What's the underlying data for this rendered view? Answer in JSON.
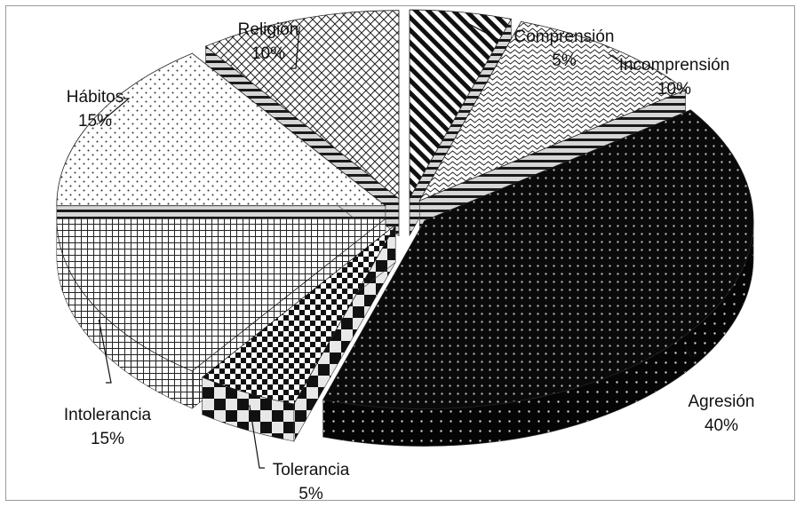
{
  "chart_data": {
    "type": "pie",
    "style": "3d-exploded",
    "legend": "none",
    "slices": [
      {
        "label": "Comprensión",
        "value": 5,
        "value_label": "5%"
      },
      {
        "label": "Incomprensión",
        "value": 10,
        "value_label": "10%"
      },
      {
        "label": "Agresión",
        "value": 40,
        "value_label": "40%"
      },
      {
        "label": "Tolerancia",
        "value": 5,
        "value_label": "5%"
      },
      {
        "label": "Intolerancia",
        "value": 15,
        "value_label": "15%"
      },
      {
        "label": "Hábitos",
        "value": 15,
        "value_label": "15%"
      },
      {
        "label": "Religión",
        "value": 10,
        "value_label": "10%"
      }
    ]
  }
}
